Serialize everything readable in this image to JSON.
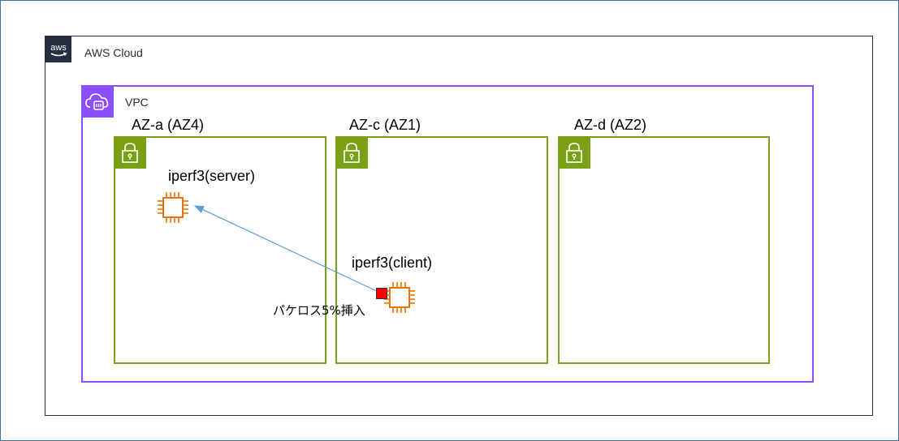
{
  "aws_cloud": {
    "label": "AWS Cloud"
  },
  "vpc": {
    "label": "VPC"
  },
  "availability_zones": [
    {
      "title": "AZ-a (AZ4)"
    },
    {
      "title": "AZ-c (AZ1)"
    },
    {
      "title": "AZ-d (AZ2)"
    }
  ],
  "instances": {
    "server": {
      "label": "iperf3(server)"
    },
    "client": {
      "label": "iperf3(client)"
    }
  },
  "annotation": {
    "label": "パケロス5%挿入"
  },
  "colors": {
    "aws_dark": "#232f3e",
    "vpc_purple": "#8c4fff",
    "subnet_green": "#7aa116",
    "ec2_orange": "#ed7100",
    "arrow_blue": "#5b9bd5",
    "marker_red": "#ff0000"
  },
  "icons": [
    "aws-logo-icon",
    "vpc-cloud-icon",
    "subnet-lock-icon",
    "ec2-instance-icon"
  ]
}
